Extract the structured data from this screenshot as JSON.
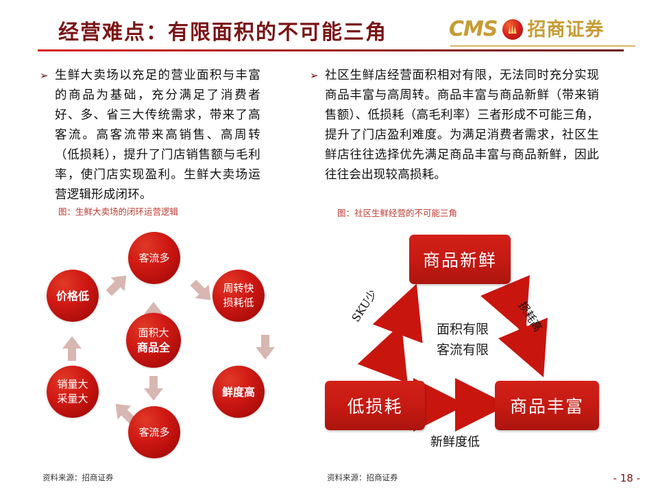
{
  "header": {
    "title": "经营难点：有限面积的不可能三角",
    "logo_latin": "CMS",
    "logo_cn": "招商证券"
  },
  "left_column": {
    "bullet_marker": "➢",
    "body": "生鲜大卖场以充足的营业面积与丰富的商品为基础，充分满足了消费者好、多、省三大传统需求，带来了高客流。高客流带来高销售、高周转（低损耗），提升了门店销售额与毛利率，使门店实现盈利。生鲜大卖场运营逻辑形成闭环。",
    "figure_caption": "图：生鲜大卖场的闭环运营逻辑",
    "source": "资料来源：招商证券"
  },
  "right_column": {
    "bullet_marker": "➢",
    "body": "社区生鲜店经营面积相对有限，无法同时充分实现商品丰富与高周转。商品丰富与商品新鲜（带来销售额）、低损耗（高毛利率）三者形成不可能三角，提升了门店盈利难度。为满足消费者需求，社区生鲜店往往选择优先满足商品丰富与商品新鲜，因此往往会出现较高损耗。",
    "figure_caption": "图：社区生鲜经营的不可能三角",
    "source": "资料来源：招商证券"
  },
  "cycle_diagram": {
    "nodes": [
      {
        "id": "center",
        "lines": [
          "面积大",
          "商品全"
        ],
        "bold_lines": [
          false,
          true
        ]
      },
      {
        "id": "top",
        "lines": [
          "客流多"
        ],
        "bold_lines": [
          false
        ]
      },
      {
        "id": "top-right",
        "lines": [
          "周转快",
          "损耗低"
        ],
        "bold_lines": [
          false,
          false
        ]
      },
      {
        "id": "right",
        "lines": [
          "鲜度高"
        ],
        "bold_lines": [
          true
        ]
      },
      {
        "id": "bottom",
        "lines": [
          "客流多"
        ],
        "bold_lines": [
          false
        ]
      },
      {
        "id": "left-lower",
        "lines": [
          "销量大",
          "采量大"
        ],
        "bold_lines": [
          false,
          false
        ]
      },
      {
        "id": "left-upper",
        "lines": [
          "价格低"
        ],
        "bold_lines": [
          true
        ]
      }
    ]
  },
  "triangle_diagram": {
    "box_top": "商品新鲜",
    "box_bottom_left": "低损耗",
    "box_bottom_right": "商品丰富",
    "center_line1": "面积有限",
    "center_line2": "客流有限",
    "edge_left": "SKU少",
    "edge_right": "损耗高",
    "edge_bottom": "新鲜度低"
  },
  "footer": {
    "page_number": "- 18 -"
  },
  "colors": {
    "title": "#7b1416",
    "accent_red": "#d01914",
    "caption_red": "#c0392f",
    "logo_gold": "#c79c35"
  }
}
